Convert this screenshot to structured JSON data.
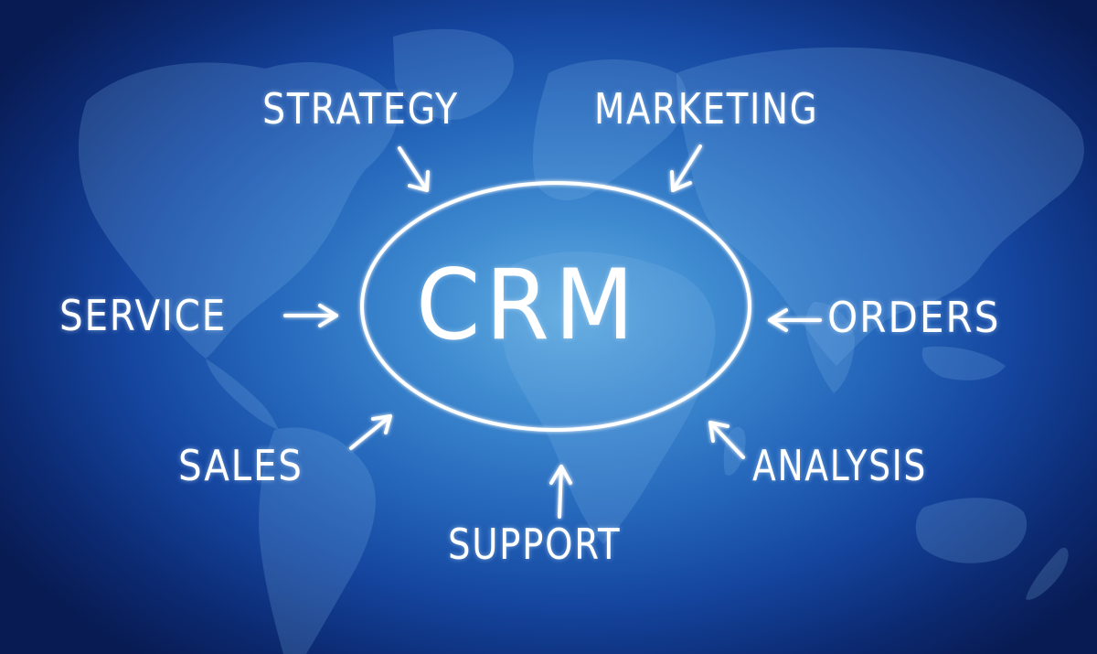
{
  "diagram": {
    "center": {
      "label": "CRM"
    },
    "nodes": [
      {
        "id": "strategy",
        "label": "STRATEGY",
        "position": "top-left"
      },
      {
        "id": "marketing",
        "label": "MARKETING",
        "position": "top-right"
      },
      {
        "id": "service",
        "label": "SERVICE",
        "position": "left"
      },
      {
        "id": "orders",
        "label": "ORDERS",
        "position": "right"
      },
      {
        "id": "sales",
        "label": "SALES",
        "position": "bottom-left"
      },
      {
        "id": "analysis",
        "label": "ANALYSIS",
        "position": "bottom-right"
      },
      {
        "id": "support",
        "label": "SUPPORT",
        "position": "bottom"
      }
    ],
    "edges": [
      {
        "from": "strategy",
        "to": "CRM"
      },
      {
        "from": "marketing",
        "to": "CRM"
      },
      {
        "from": "service",
        "to": "CRM"
      },
      {
        "from": "orders",
        "to": "CRM"
      },
      {
        "from": "sales",
        "to": "CRM"
      },
      {
        "from": "analysis",
        "to": "CRM"
      },
      {
        "from": "support",
        "to": "CRM"
      }
    ]
  },
  "colors": {
    "text": "#ffffff",
    "bg_center": "#62ade0",
    "bg_mid": "#2567bb",
    "bg_edge": "#081b52",
    "landmass": "#5d9ad8"
  },
  "background": {
    "icon": "world-map-icon"
  }
}
